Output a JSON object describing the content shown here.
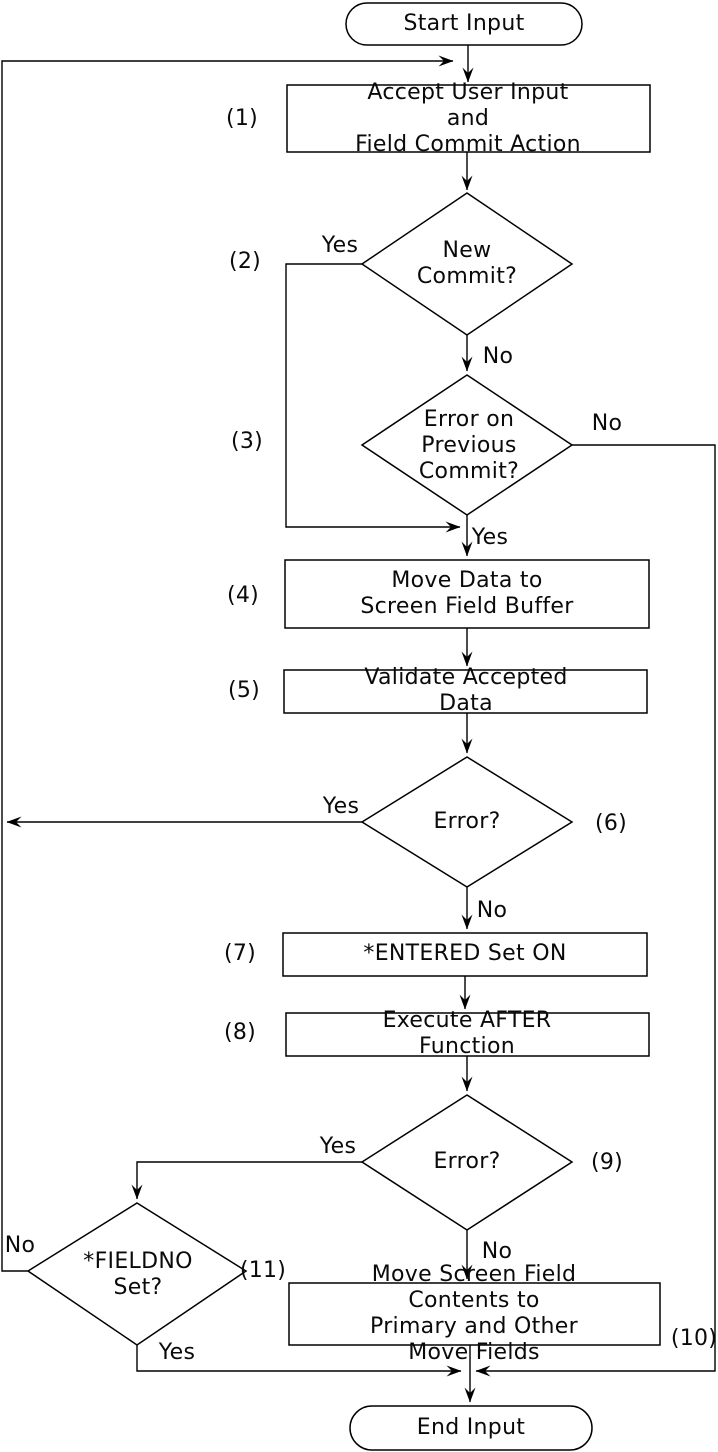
{
  "flowchart": {
    "nodes": {
      "start": {
        "label": "Start Input"
      },
      "accept_input": {
        "step": "(1)",
        "label": "Accept User Input and\nField Commit Action"
      },
      "new_commit": {
        "step": "(2)",
        "label": "New\nCommit?"
      },
      "error_prev_commit": {
        "step": "(3)",
        "label": "Error on\nPrevious\nCommit?"
      },
      "move_data": {
        "step": "(4)",
        "label": "Move Data to\nScreen Field Buffer"
      },
      "validate": {
        "step": "(5)",
        "label": "Validate Accepted Data"
      },
      "error_validate": {
        "step": "(6)",
        "label": "Error?"
      },
      "entered_set": {
        "step": "(7)",
        "label": "*ENTERED Set ON"
      },
      "execute_after": {
        "step": "(8)",
        "label": "Execute AFTER Function"
      },
      "error_after": {
        "step": "(9)",
        "label": "Error?"
      },
      "move_contents": {
        "step": "(10)",
        "label": "Move Screen Field Contents to\nPrimary and Other Move Fields"
      },
      "fieldno_set": {
        "step": "(11)",
        "label": "*FIELDNO\nSet?"
      },
      "end": {
        "label": "End Input"
      }
    },
    "branch_labels": {
      "new_commit_yes": "Yes",
      "new_commit_no": "No",
      "error_prev_no": "No",
      "error_prev_yes": "Yes",
      "error_validate_yes": "Yes",
      "error_validate_no": "No",
      "error_after_yes": "Yes",
      "error_after_no": "No",
      "fieldno_no": "No",
      "fieldno_yes": "Yes"
    },
    "colors": {
      "line": "#000000",
      "fill": "#ffffff",
      "background": "#ffffff"
    }
  }
}
